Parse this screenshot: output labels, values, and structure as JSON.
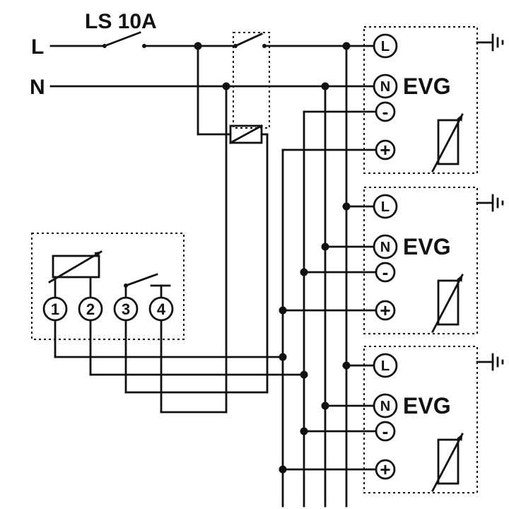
{
  "supply": {
    "line": "L",
    "neutral": "N",
    "breaker": "LS 10A"
  },
  "controller": {
    "terminals": [
      "1",
      "2",
      "3",
      "4"
    ]
  },
  "ballasts": [
    {
      "label": "EVG",
      "terminals": [
        "L",
        "N",
        "-",
        "+"
      ]
    },
    {
      "label": "EVG",
      "terminals": [
        "L",
        "N",
        "-",
        "+"
      ]
    },
    {
      "label": "EVG",
      "terminals": [
        "L",
        "N",
        "-",
        "+"
      ]
    }
  ],
  "colors": {
    "wire": "#111111",
    "background": "#ffffff"
  }
}
